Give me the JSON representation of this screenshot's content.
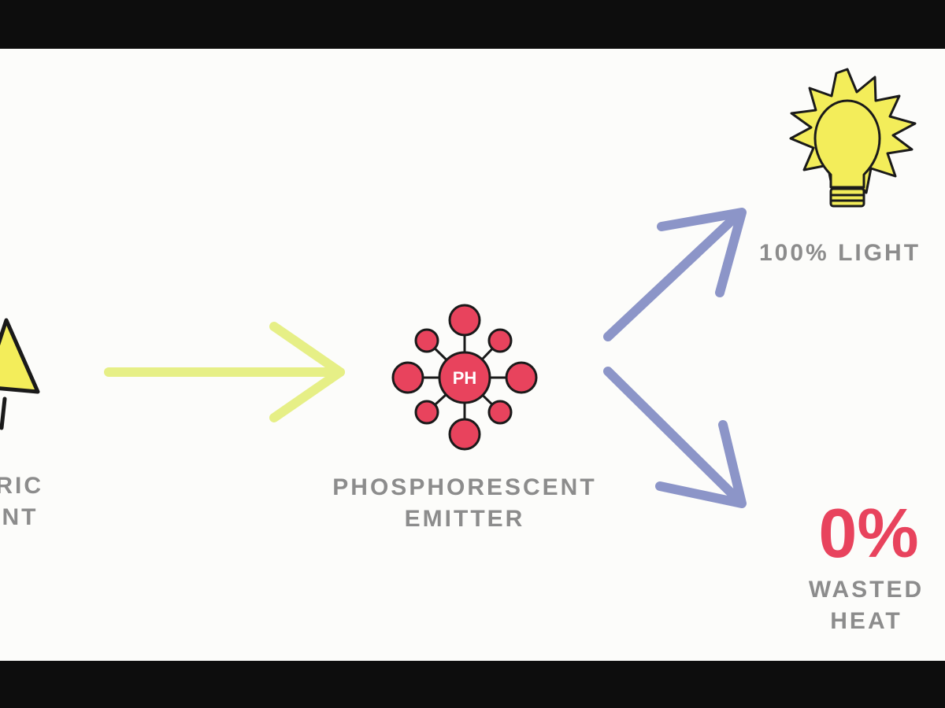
{
  "labels": {
    "left_line1": "TRIC",
    "left_line2": "ENT",
    "emitter_line1": "PHOSPHORESCENT",
    "emitter_line2": "EMITTER",
    "light": "100% LIGHT",
    "heat_percent": "0%",
    "heat_line1": "WASTED",
    "heat_line2": "HEAT",
    "ph_symbol": "PH"
  },
  "colors": {
    "background": "#fcfcfa",
    "frame": "#0d0d0d",
    "text_gray": "#8c8c8c",
    "accent_red": "#e8435d",
    "arrow_yellow": "#e6ef86",
    "arrow_blue": "#8c95c8",
    "bulb_yellow": "#f3ed5a",
    "outline": "#1a1a1a"
  },
  "icons": [
    "electric-triangle-icon",
    "phosphorescent-molecule-icon",
    "lightbulb-icon"
  ]
}
